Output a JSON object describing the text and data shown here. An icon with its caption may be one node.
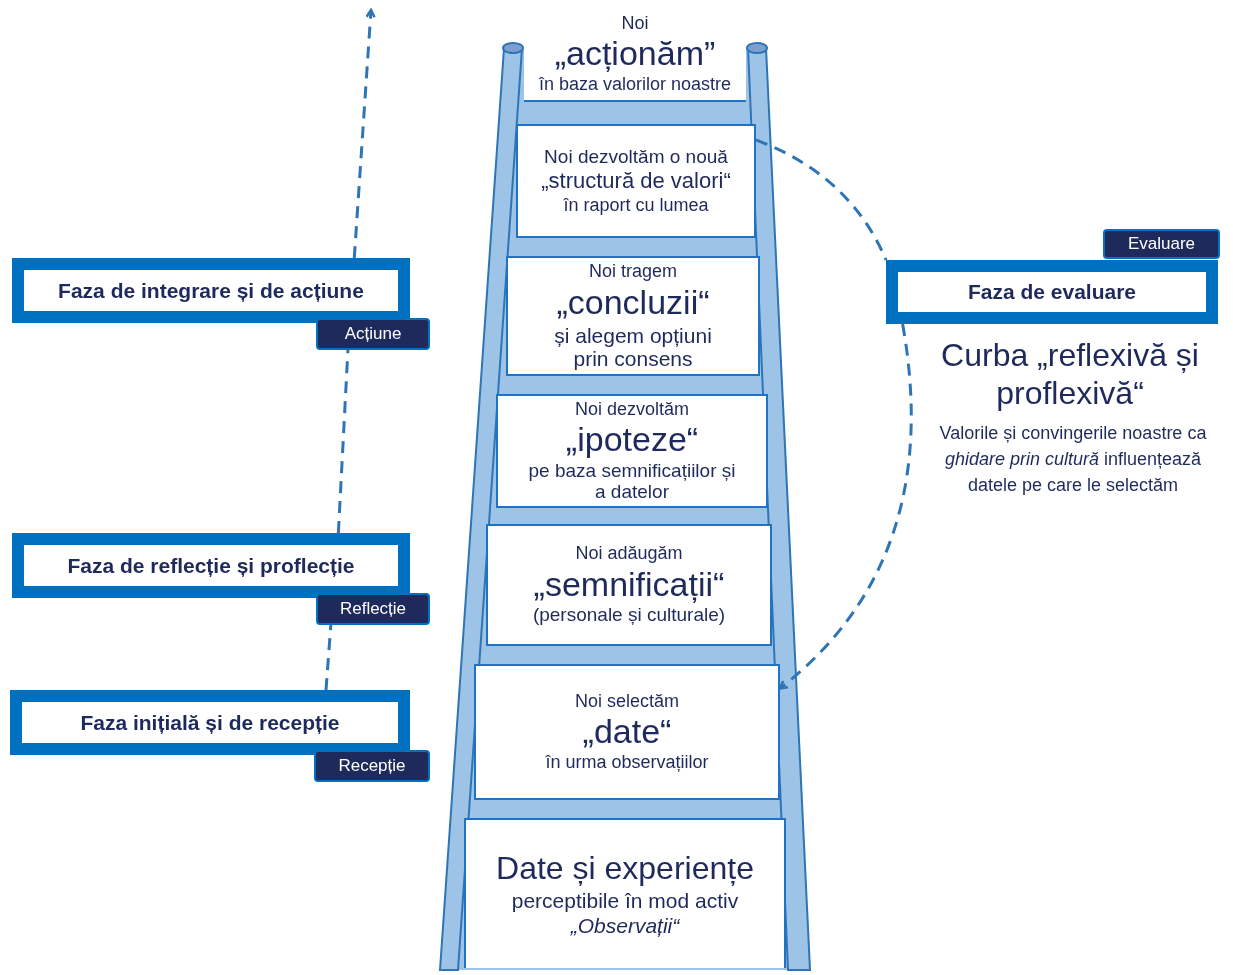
{
  "diagram": {
    "nodes": [
      {
        "text": [
          "Noi",
          "„acționăm”",
          "în baza valorilor noastre"
        ]
      },
      {
        "text": [
          "Noi dezvoltăm o nouă",
          "„structură de valori“",
          "în raport cu lumea"
        ]
      },
      {
        "text": [
          "Noi tragem",
          "„concluzii“",
          "și alegem opțiuni prin consens"
        ]
      },
      {
        "text": [
          "Noi dezvoltăm",
          "„ipoteze“",
          "pe baza semnificațiilor și a datelor"
        ]
      },
      {
        "text": [
          "Noi adăugăm",
          "„semnificații“",
          "(personale și culturale)"
        ]
      },
      {
        "text": [
          "Noi selectăm",
          "„date“",
          "în urma observațiilor"
        ]
      },
      {
        "text": [
          "Date și experiențe",
          "perceptibile în mod activ",
          "„Observații“"
        ]
      },
      {
        "text": [
          "Faza de integrare și de acțiune"
        ]
      },
      {
        "text": [
          "Acțiune"
        ]
      },
      {
        "text": [
          "Faza de reflecție și proflecție"
        ]
      },
      {
        "text": [
          "Reflecție"
        ]
      },
      {
        "text": [
          "Faza inițială și de recepție"
        ]
      },
      {
        "text": [
          "Recepție"
        ]
      },
      {
        "text": [
          "Faza de evaluare"
        ]
      },
      {
        "text": [
          "Evaluare"
        ]
      }
    ],
    "edges": [
      {
        "from": 11,
        "to": 10,
        "arrow": "none",
        "style": "dashed"
      },
      {
        "from": 9,
        "to": 8,
        "arrow": "none",
        "style": "dashed"
      },
      {
        "from": 7,
        "to": null,
        "arrow": "to",
        "style": "dashed"
      },
      {
        "from": 1,
        "to": 13,
        "arrow": "none",
        "style": "dashed"
      },
      {
        "from": 13,
        "to": 5,
        "arrow": "to",
        "style": "dashed"
      }
    ],
    "labels": [
      "Curba „reflexivă și proflexivă“",
      "Valorile și convingerile noastre ca *ghidare prin cultură* influențează datele pe care le selectăm"
    ]
  }
}
